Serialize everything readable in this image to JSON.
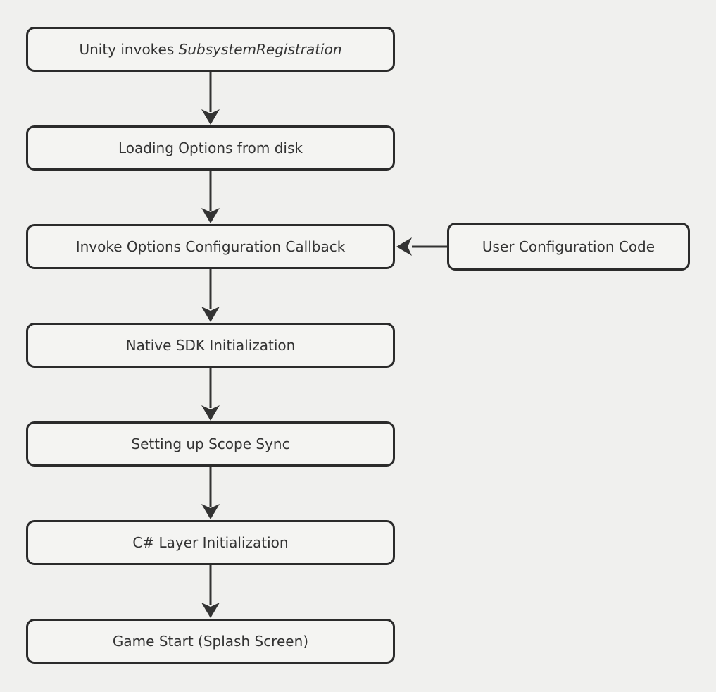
{
  "diagram": {
    "type": "flowchart",
    "direction": "top-down",
    "colors": {
      "background": "#f0f0ee",
      "node_fill": "#f4f4f2",
      "node_border": "#2b2b2b",
      "arrow": "#333333",
      "text": "#333333"
    },
    "nodes": [
      {
        "id": "unity-invokes-subsystem-registration",
        "text": "Unity invokes ",
        "text_italic": "SubsystemRegistration"
      },
      {
        "id": "loading-options-from-disk",
        "text": "Loading Options from disk"
      },
      {
        "id": "invoke-options-configuration-callback",
        "text": "Invoke Options Configuration Callback"
      },
      {
        "id": "native-sdk-initialization",
        "text": "Native SDK Initialization"
      },
      {
        "id": "setting-up-scope-sync",
        "text": "Setting up Scope Sync"
      },
      {
        "id": "csharp-layer-initialization",
        "text": "C# Layer Initialization"
      },
      {
        "id": "game-start-splash-screen",
        "text": "Game Start (Splash Screen)"
      },
      {
        "id": "user-configuration-code",
        "text": "User Configuration Code"
      }
    ],
    "edges": [
      {
        "from": "unity-invokes-subsystem-registration",
        "to": "loading-options-from-disk"
      },
      {
        "from": "loading-options-from-disk",
        "to": "invoke-options-configuration-callback"
      },
      {
        "from": "invoke-options-configuration-callback",
        "to": "native-sdk-initialization"
      },
      {
        "from": "native-sdk-initialization",
        "to": "setting-up-scope-sync"
      },
      {
        "from": "setting-up-scope-sync",
        "to": "csharp-layer-initialization"
      },
      {
        "from": "csharp-layer-initialization",
        "to": "game-start-splash-screen"
      },
      {
        "from": "user-configuration-code",
        "to": "invoke-options-configuration-callback"
      }
    ]
  }
}
